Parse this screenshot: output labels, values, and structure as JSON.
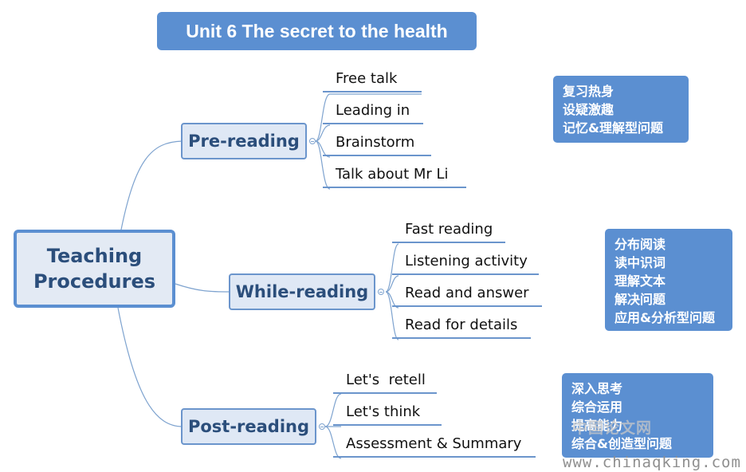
{
  "title": "Unit 6 The secret to the health",
  "root": {
    "line1": "Teaching",
    "line2": "Procedures"
  },
  "stages": [
    {
      "label": "Pre-reading",
      "steps": [
        "Free talk",
        "Leading in",
        "Brainstorm",
        "Talk about Mr Li"
      ],
      "notes": [
        "复习热身",
        "设疑激趣",
        "记忆&理解型问题"
      ]
    },
    {
      "label": "While-reading",
      "steps": [
        "Fast reading",
        "Listening activity",
        "Read and answer",
        "Read for details"
      ],
      "notes": [
        "分布阅读",
        "读中识词",
        "理解文本",
        "解决问题",
        "应用&分析型问题"
      ]
    },
    {
      "label": "Post-reading",
      "steps": [
        "Let's  retell",
        "Let's think",
        "Assessment & Summary"
      ],
      "notes": [
        "深入思考",
        "综合运用",
        "提高能力",
        "综合&创造型问题"
      ]
    }
  ],
  "watermark": {
    "cn": "中国论文网",
    "url": "www.chinaqking.com"
  },
  "colors": {
    "accent": "#5b8fd1",
    "node_fill": "#dfe8f5",
    "node_text": "#2b4e7b",
    "connector": "#7ea3cf"
  }
}
